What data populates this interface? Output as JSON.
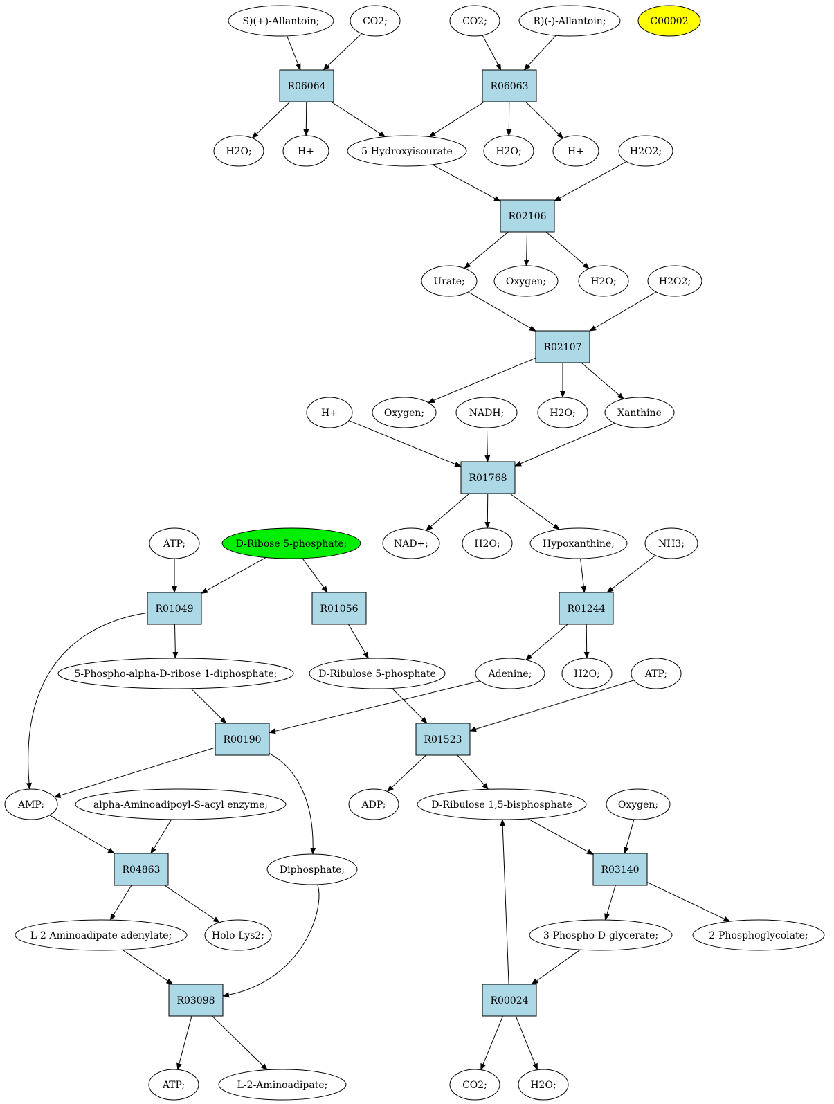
{
  "colors": {
    "reaction_fill": "#add8e6",
    "highlight_yellow": "#ffff00",
    "highlight_green": "#00ee00",
    "compound_fill": "#ffffff",
    "stroke": "#000000"
  },
  "reactions": [
    {
      "id": "r_R06064",
      "label": "R06064"
    },
    {
      "id": "r_R06063",
      "label": "R06063"
    },
    {
      "id": "r_R02106",
      "label": "R02106"
    },
    {
      "id": "r_R02107",
      "label": "R02107"
    },
    {
      "id": "r_R01768",
      "label": "R01768"
    },
    {
      "id": "r_R01049",
      "label": "R01049"
    },
    {
      "id": "r_R01056",
      "label": "R01056"
    },
    {
      "id": "r_R01244",
      "label": "R01244"
    },
    {
      "id": "r_R00190",
      "label": "R00190"
    },
    {
      "id": "r_R01523",
      "label": "R01523"
    },
    {
      "id": "r_R04863",
      "label": "R04863"
    },
    {
      "id": "r_R03140",
      "label": "R03140"
    },
    {
      "id": "r_R03098",
      "label": "R03098"
    },
    {
      "id": "r_R00024",
      "label": "R00024"
    }
  ],
  "compounds": [
    {
      "id": "c_s_allantoin",
      "label": "S)(+)-Allantoin;"
    },
    {
      "id": "c_co2_a",
      "label": "CO2;"
    },
    {
      "id": "c_co2_b",
      "label": "CO2;"
    },
    {
      "id": "c_r_allantoin",
      "label": "R)(-)-Allantoin;"
    },
    {
      "id": "c_c00002",
      "label": "C00002",
      "highlight": "yellow"
    },
    {
      "id": "c_h2o_a",
      "label": "H2O;"
    },
    {
      "id": "c_hplus_a",
      "label": "H+"
    },
    {
      "id": "c_hydroxyisourate",
      "label": "5-Hydroxyisourate"
    },
    {
      "id": "c_h2o_b",
      "label": "H2O;"
    },
    {
      "id": "c_hplus_b",
      "label": "H+"
    },
    {
      "id": "c_h2o2_a",
      "label": "H2O2;"
    },
    {
      "id": "c_urate",
      "label": "Urate;"
    },
    {
      "id": "c_oxygen_a",
      "label": "Oxygen;"
    },
    {
      "id": "c_h2o_c",
      "label": "H2O;"
    },
    {
      "id": "c_h2o2_b",
      "label": "H2O2;"
    },
    {
      "id": "c_hplus_c",
      "label": "H+"
    },
    {
      "id": "c_oxygen_b",
      "label": "Oxygen;"
    },
    {
      "id": "c_nadh",
      "label": "NADH;"
    },
    {
      "id": "c_h2o_d",
      "label": "H2O;"
    },
    {
      "id": "c_xanthine",
      "label": "Xanthine"
    },
    {
      "id": "c_atp_a",
      "label": "ATP;"
    },
    {
      "id": "c_ribose5p",
      "label": "D-Ribose 5-phosphate;",
      "highlight": "green"
    },
    {
      "id": "c_nadplus",
      "label": "NAD+;"
    },
    {
      "id": "c_h2o_e",
      "label": "H2O;"
    },
    {
      "id": "c_hypoxanthine",
      "label": "Hypoxanthine;"
    },
    {
      "id": "c_nh3",
      "label": "NH3;"
    },
    {
      "id": "c_prpp",
      "label": "5-Phospho-alpha-D-ribose 1-diphosphate;"
    },
    {
      "id": "c_ribulose5p",
      "label": "D-Ribulose 5-phosphate"
    },
    {
      "id": "c_adenine",
      "label": "Adenine;"
    },
    {
      "id": "c_h2o_f",
      "label": "H2O;"
    },
    {
      "id": "c_atp_b",
      "label": "ATP;"
    },
    {
      "id": "c_amp",
      "label": "AMP;"
    },
    {
      "id": "c_aminoadipoyl",
      "label": "alpha-Aminoadipoyl-S-acyl enzyme;"
    },
    {
      "id": "c_adp",
      "label": "ADP;"
    },
    {
      "id": "c_rubp",
      "label": "D-Ribulose 1,5-bisphosphate"
    },
    {
      "id": "c_oxygen_c",
      "label": "Oxygen;"
    },
    {
      "id": "c_diphosphate",
      "label": "Diphosphate;"
    },
    {
      "id": "c_aminoadipate_adenylate",
      "label": "L-2-Aminoadipate adenylate;"
    },
    {
      "id": "c_holo_lys2",
      "label": "Holo-Lys2;"
    },
    {
      "id": "c_3pg",
      "label": "3-Phospho-D-glycerate;"
    },
    {
      "id": "c_2pglycolate",
      "label": "2-Phosphoglycolate;"
    },
    {
      "id": "c_atp_c",
      "label": "ATP;"
    },
    {
      "id": "c_aminoadipate",
      "label": "L-2-Aminoadipate;"
    },
    {
      "id": "c_co2_c",
      "label": "CO2;"
    },
    {
      "id": "c_h2o_g",
      "label": "H2O;"
    }
  ],
  "edges": [
    {
      "from": "c_s_allantoin",
      "to": "r_R06064"
    },
    {
      "from": "c_co2_a",
      "to": "r_R06064"
    },
    {
      "from": "c_co2_b",
      "to": "r_R06063"
    },
    {
      "from": "c_r_allantoin",
      "to": "r_R06063"
    },
    {
      "from": "r_R06064",
      "to": "c_h2o_a"
    },
    {
      "from": "r_R06064",
      "to": "c_hplus_a"
    },
    {
      "from": "r_R06064",
      "to": "c_hydroxyisourate"
    },
    {
      "from": "r_R06063",
      "to": "c_hydroxyisourate"
    },
    {
      "from": "r_R06063",
      "to": "c_h2o_b"
    },
    {
      "from": "r_R06063",
      "to": "c_hplus_b"
    },
    {
      "from": "c_hydroxyisourate",
      "to": "r_R02106"
    },
    {
      "from": "c_h2o2_a",
      "to": "r_R02106"
    },
    {
      "from": "r_R02106",
      "to": "c_urate"
    },
    {
      "from": "r_R02106",
      "to": "c_oxygen_a"
    },
    {
      "from": "r_R02106",
      "to": "c_h2o_c"
    },
    {
      "from": "c_urate",
      "to": "r_R02107"
    },
    {
      "from": "c_h2o2_b",
      "to": "r_R02107"
    },
    {
      "from": "r_R02107",
      "to": "c_oxygen_b"
    },
    {
      "from": "r_R02107",
      "to": "c_h2o_d"
    },
    {
      "from": "r_R02107",
      "to": "c_xanthine"
    },
    {
      "from": "c_hplus_c",
      "to": "r_R01768"
    },
    {
      "from": "c_nadh",
      "to": "r_R01768"
    },
    {
      "from": "c_xanthine",
      "to": "r_R01768"
    },
    {
      "from": "r_R01768",
      "to": "c_nadplus"
    },
    {
      "from": "r_R01768",
      "to": "c_h2o_e"
    },
    {
      "from": "r_R01768",
      "to": "c_hypoxanthine"
    },
    {
      "from": "c_hypoxanthine",
      "to": "r_R01244"
    },
    {
      "from": "c_nh3",
      "to": "r_R01244"
    },
    {
      "from": "r_R01244",
      "to": "c_adenine"
    },
    {
      "from": "r_R01244",
      "to": "c_h2o_f"
    },
    {
      "from": "c_atp_a",
      "to": "r_R01049"
    },
    {
      "from": "c_ribose5p",
      "to": "r_R01049"
    },
    {
      "from": "c_ribose5p",
      "to": "r_R01056"
    },
    {
      "from": "r_R01049",
      "to": "c_prpp"
    },
    {
      "from": "r_R01049",
      "to": "c_amp",
      "curve": true
    },
    {
      "from": "r_R01056",
      "to": "c_ribulose5p"
    },
    {
      "from": "c_prpp",
      "to": "r_R00190"
    },
    {
      "from": "c_adenine",
      "to": "r_R00190"
    },
    {
      "from": "c_ribulose5p",
      "to": "r_R01523"
    },
    {
      "from": "c_atp_b",
      "to": "r_R01523"
    },
    {
      "from": "r_R00190",
      "to": "c_amp"
    },
    {
      "from": "r_R00190",
      "to": "c_diphosphate",
      "curve": true
    },
    {
      "from": "r_R01523",
      "to": "c_adp"
    },
    {
      "from": "r_R01523",
      "to": "c_rubp"
    },
    {
      "from": "c_amp",
      "to": "r_R04863"
    },
    {
      "from": "c_aminoadipoyl",
      "to": "r_R04863"
    },
    {
      "from": "c_rubp",
      "to": "r_R03140"
    },
    {
      "from": "c_oxygen_c",
      "to": "r_R03140"
    },
    {
      "from": "r_R04863",
      "to": "c_aminoadipate_adenylate"
    },
    {
      "from": "r_R04863",
      "to": "c_holo_lys2"
    },
    {
      "from": "r_R03140",
      "to": "c_3pg"
    },
    {
      "from": "r_R03140",
      "to": "c_2pglycolate"
    },
    {
      "from": "c_aminoadipate_adenylate",
      "to": "r_R03098"
    },
    {
      "from": "c_diphosphate",
      "to": "r_R03098",
      "curve": true
    },
    {
      "from": "c_3pg",
      "to": "r_R00024"
    },
    {
      "from": "r_R00024",
      "to": "c_rubp"
    },
    {
      "from": "r_R03098",
      "to": "c_atp_c"
    },
    {
      "from": "r_R03098",
      "to": "c_aminoadipate"
    },
    {
      "from": "r_R00024",
      "to": "c_co2_c"
    },
    {
      "from": "r_R00024",
      "to": "c_h2o_g"
    }
  ]
}
